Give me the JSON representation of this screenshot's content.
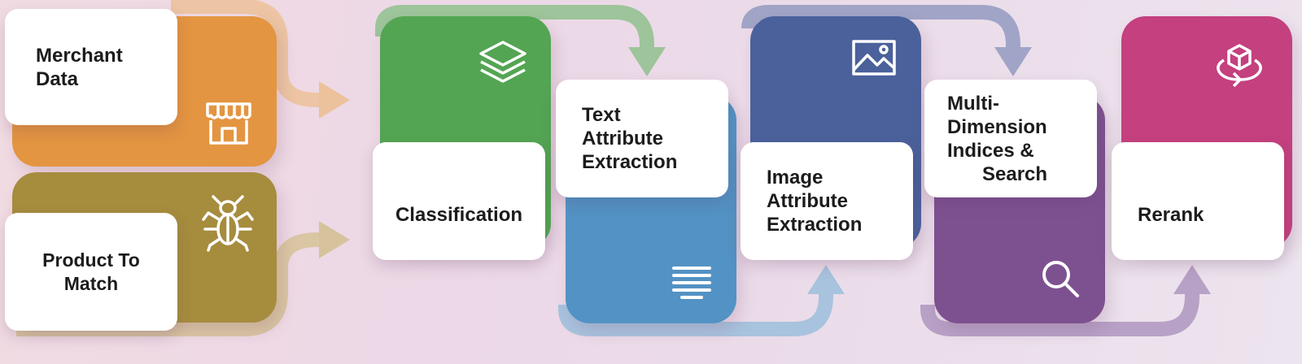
{
  "colors": {
    "merchant_tile": "#e49541",
    "product_tile": "#a68c3d",
    "classification_tile": "#53a553",
    "text_extraction_tile": "#5392c4",
    "image_extraction_tile": "#4b619b",
    "search_tile": "#7d5190",
    "rerank_tile": "#c4407f",
    "card": "#ffffff",
    "text": "#1c1c1c"
  },
  "icons": {
    "merchant": "storefront-icon",
    "product": "spider-icon",
    "classification": "layers-icon",
    "text_extraction": "text-lines-icon",
    "image_extraction": "image-icon",
    "search": "search-icon",
    "rerank": "rotating-cube-icon"
  },
  "inputs": {
    "merchant": {
      "label": [
        "Merchant",
        "Data"
      ]
    },
    "product": {
      "label": [
        "Product To",
        "Match"
      ]
    }
  },
  "steps": {
    "classification": {
      "label": [
        "Classification"
      ]
    },
    "text_extraction": {
      "label": [
        "Text",
        "Attribute",
        "Extraction"
      ]
    },
    "image_extraction": {
      "label": [
        "Image",
        "Attribute",
        "Extraction"
      ]
    },
    "search": {
      "label": [
        "Multi-",
        "Dimension",
        "Indices &",
        "Search"
      ]
    },
    "rerank": {
      "label": [
        "Rerank"
      ]
    }
  }
}
